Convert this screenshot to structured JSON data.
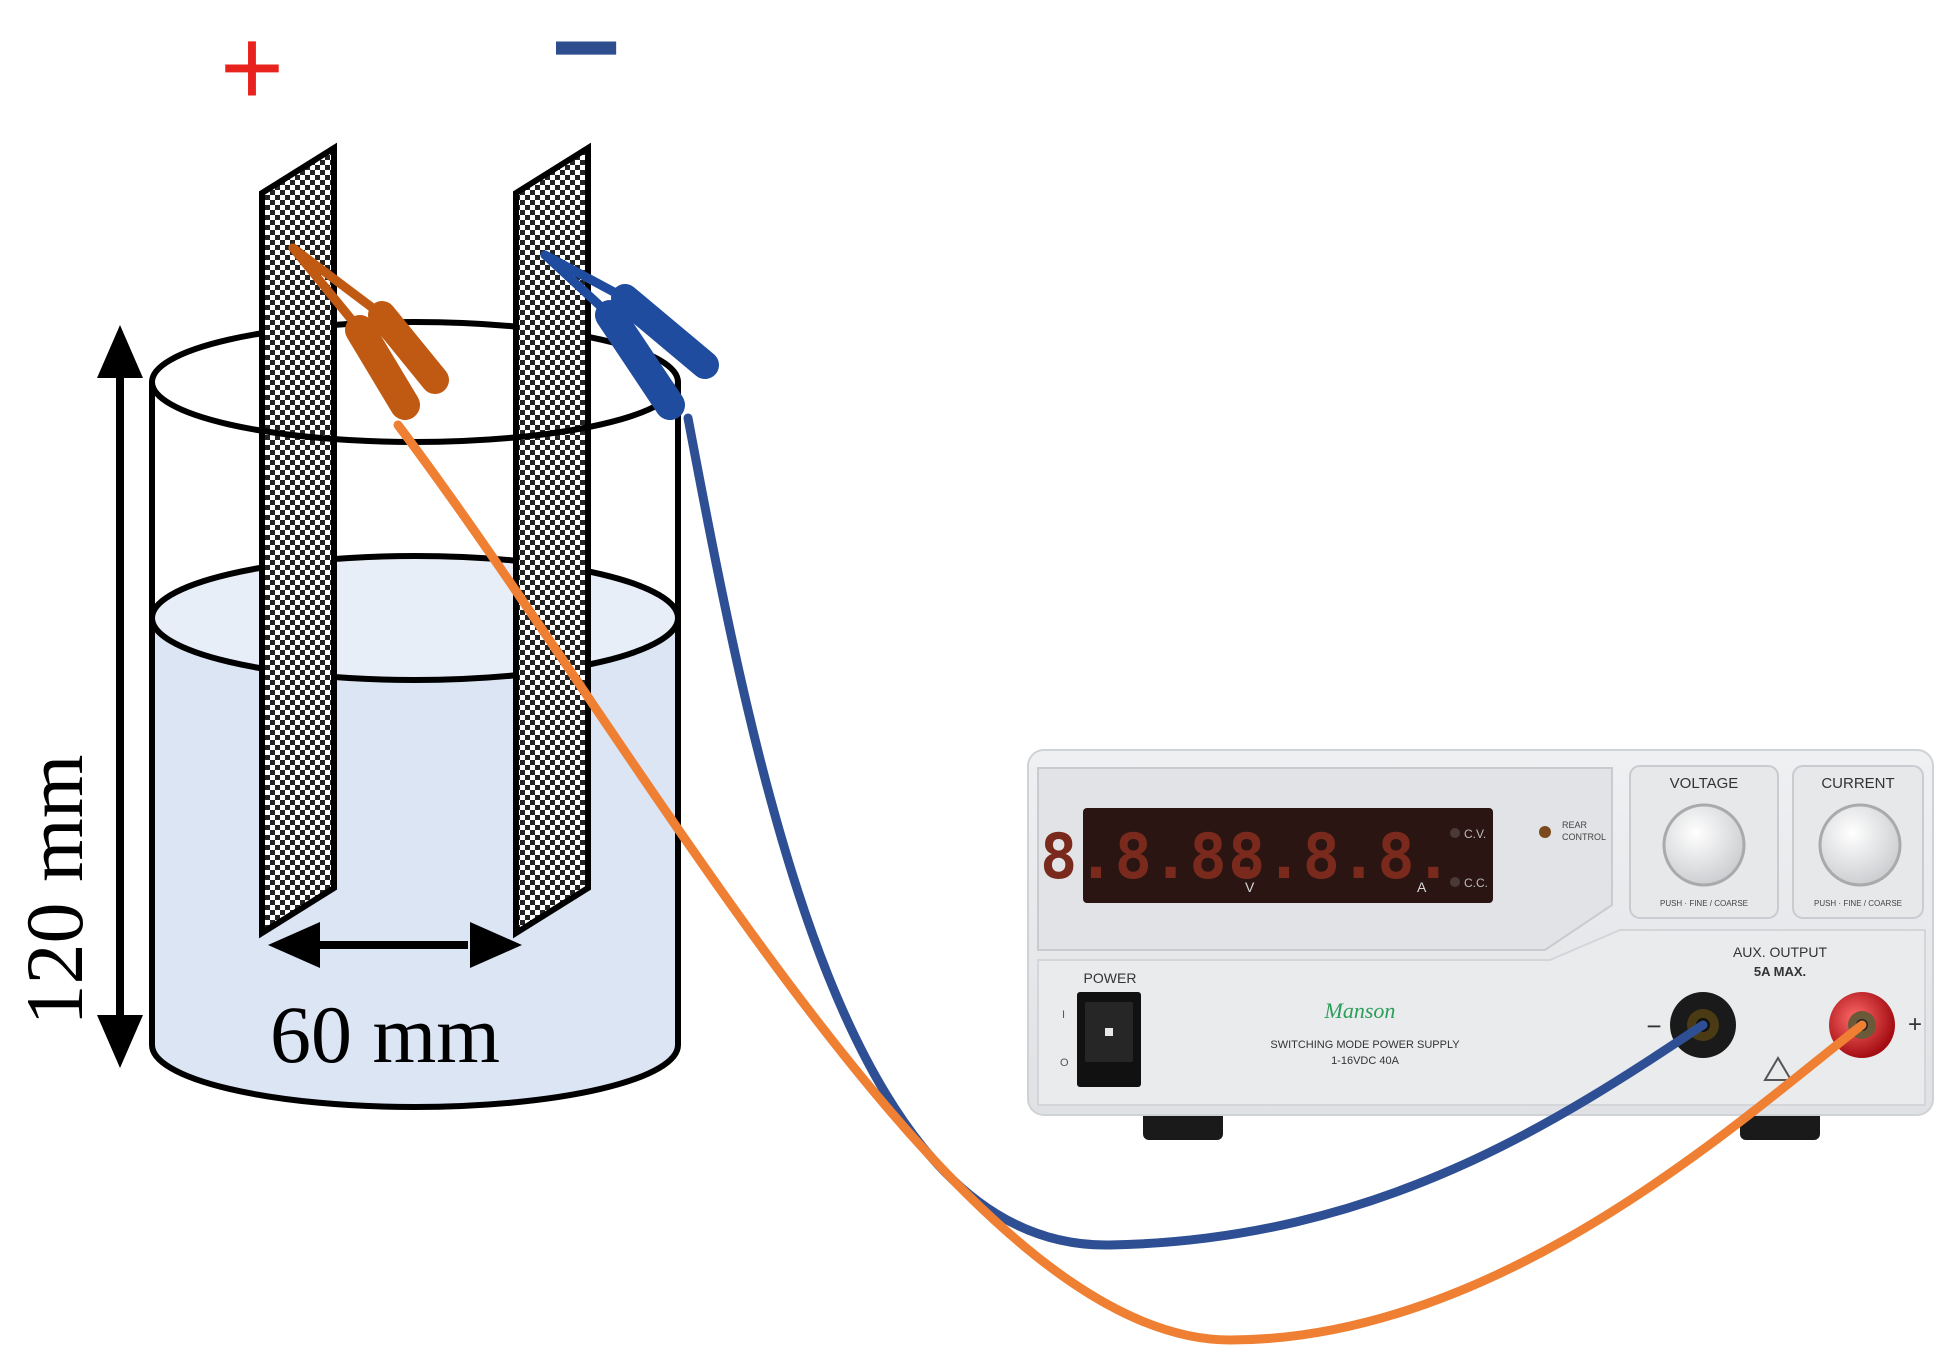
{
  "polarity": {
    "positive": "+",
    "negative": "−"
  },
  "dimensions": {
    "height_label": "120 mm",
    "gap_label": "60 mm"
  },
  "psu": {
    "voltage_readout": "8.8.8.",
    "current_readout": "8.8.8.",
    "voltage_unit": "V",
    "current_unit": "A",
    "cv_label": "C.V.",
    "cc_label": "C.C.",
    "remote_label_1": "REAR",
    "remote_label_2": "CONTROL",
    "voltage_knob_label": "VOLTAGE",
    "current_knob_label": "CURRENT",
    "knob_sub_label": "PUSH · FINE / COARSE",
    "power_label": "POWER",
    "power_on_mark": "I",
    "power_off_mark": "O",
    "brand": "Manson",
    "model_line_1": "SWITCHING MODE POWER SUPPLY",
    "model_line_2": "1-16VDC 40A",
    "aux_label_1": "AUX. OUTPUT",
    "aux_label_2": "5A MAX.",
    "aux_minus": "−",
    "aux_plus": "+"
  },
  "colors": {
    "positive_sign": "#e8231e",
    "negative_sign": "#2e4d8f",
    "positive_wire": "#ef8033",
    "negative_wire": "#2e4f94",
    "positive_clip": "#c05a12",
    "negative_clip": "#1f4c9e",
    "electrolyte": "#dbe5f4",
    "psu_body": "#e8e9eb",
    "display_bg": "#2a1512",
    "display_digits": "#7a2a1c",
    "brand_green": "#2c9e5a"
  }
}
